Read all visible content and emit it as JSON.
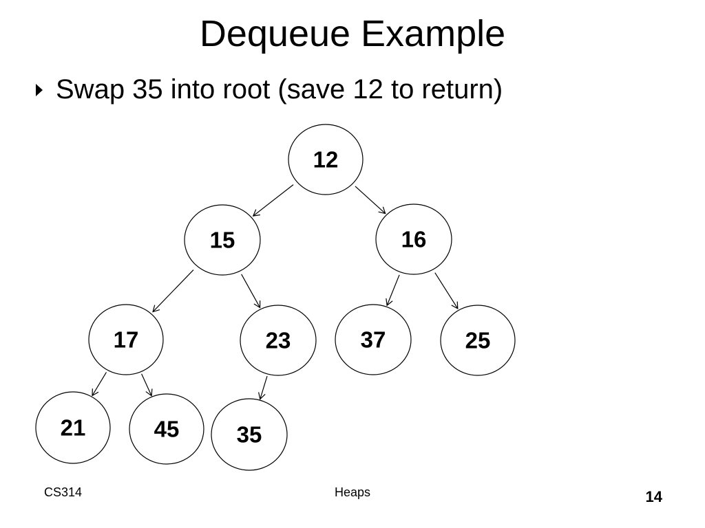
{
  "slide": {
    "title": "Dequeue Example",
    "bullet_icon": "triangle-right-icon",
    "bullet": "Swap 35 into root (save 12 to return)"
  },
  "tree": {
    "nodes": [
      {
        "id": "n12",
        "label": "12"
      },
      {
        "id": "n15",
        "label": "15"
      },
      {
        "id": "n16",
        "label": "16"
      },
      {
        "id": "n17",
        "label": "17"
      },
      {
        "id": "n23",
        "label": "23"
      },
      {
        "id": "n37",
        "label": "37"
      },
      {
        "id": "n25",
        "label": "25"
      },
      {
        "id": "n21",
        "label": "21"
      },
      {
        "id": "n45",
        "label": "45"
      },
      {
        "id": "n35",
        "label": "35"
      }
    ],
    "edges": [
      {
        "from": "n12",
        "to": "n15"
      },
      {
        "from": "n12",
        "to": "n16"
      },
      {
        "from": "n15",
        "to": "n17"
      },
      {
        "from": "n15",
        "to": "n23"
      },
      {
        "from": "n16",
        "to": "n37"
      },
      {
        "from": "n16",
        "to": "n25"
      },
      {
        "from": "n17",
        "to": "n21"
      },
      {
        "from": "n17",
        "to": "n45"
      },
      {
        "from": "n23",
        "to": "n35"
      }
    ]
  },
  "footer": {
    "left": "CS314",
    "center": "Heaps",
    "page_number": "14"
  }
}
